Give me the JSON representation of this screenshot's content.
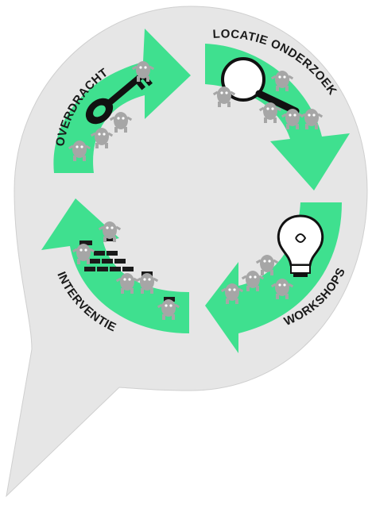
{
  "diagram": {
    "stages": [
      {
        "id": "overdracht",
        "label": "OVERDRACHT",
        "icon": "key-icon"
      },
      {
        "id": "locatie",
        "label": "LOCATIE ONDERZOEK",
        "icon": "magnifier-icon"
      },
      {
        "id": "workshops",
        "label": "WORKSHOPS",
        "icon": "lightbulb-icon"
      },
      {
        "id": "interventie",
        "label": "INTERVENTIE",
        "icon": "brick-wall-icon"
      }
    ],
    "colors": {
      "background_shape": "#e6e6e6",
      "arrow": "#3fe08f",
      "text": "#1a1a1a",
      "figures": "#a6a6a6"
    }
  }
}
